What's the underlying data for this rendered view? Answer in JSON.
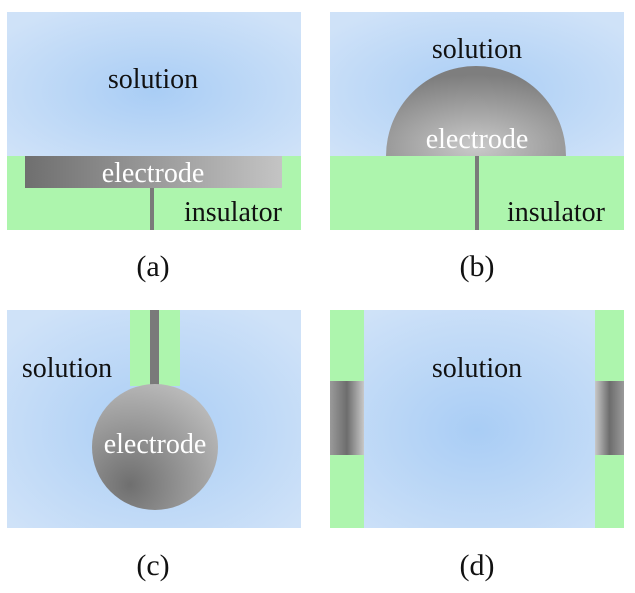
{
  "labels": {
    "solution": "solution",
    "electrode": "electrode",
    "insulator": "insulator"
  },
  "captions": {
    "a": "(a)",
    "b": "(b)",
    "c": "(c)",
    "d": "(d)"
  },
  "colors": {
    "solution": "#bcd8f7",
    "solution_center": "#a9cdf5",
    "insulator": "#adf5ad",
    "electrode_dark": "#6f6f6f",
    "electrode_light": "#bdbdbd",
    "wire": "#7a7a7a"
  }
}
